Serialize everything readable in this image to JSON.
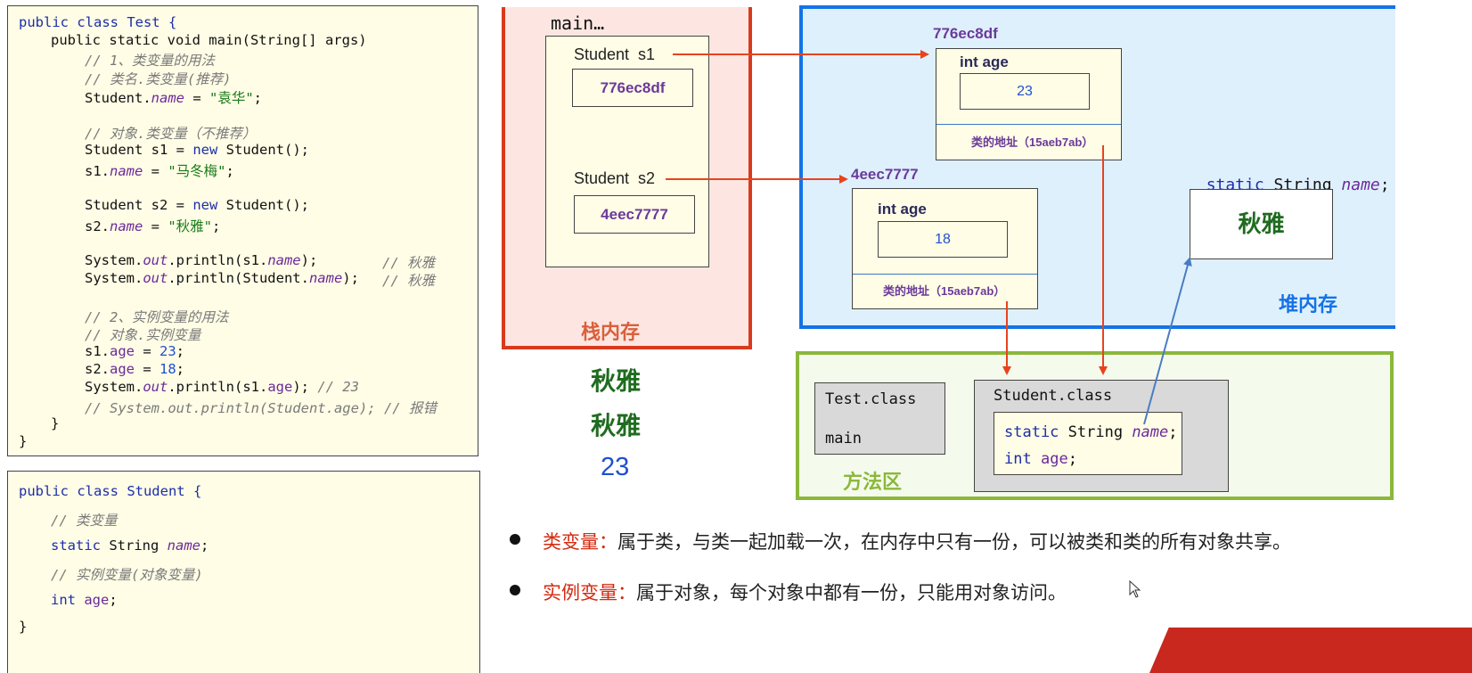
{
  "test_code": {
    "l1": "public class Test {",
    "l2": "public static void main(String[] args)",
    "c1": "// 1、类变量的用法",
    "c2": "// 类名.类变量(推荐)",
    "l3_a": "Student.",
    "l3_f": "name",
    "l3_b": " = ",
    "l3_s": "\"袁华\"",
    "l3_e": ";",
    "c3": "// 对象.类变量（不推荐）",
    "l4_a": "Student s1 = ",
    "l4_k": "new",
    "l4_b": " Student();",
    "l5_a": "s1.",
    "l5_f": "name",
    "l5_b": " = ",
    "l5_s": "\"马冬梅\"",
    "l5_e": ";",
    "l6_a": "Student s2 = ",
    "l6_k": "new",
    "l6_b": " Student();",
    "l7_a": "s2.",
    "l7_f": "name",
    "l7_b": " = ",
    "l7_s": "\"秋雅\"",
    "l7_e": ";",
    "l8_a": "System.",
    "l8_f": "out",
    "l8_b": ".println(s1.",
    "l8_f2": "name",
    "l8_c": ");",
    "l8_cm": "// 秋雅",
    "l9_a": "System.",
    "l9_f": "out",
    "l9_b": ".println(Student.",
    "l9_f2": "name",
    "l9_c": ");",
    "l9_cm": "// 秋雅",
    "c4": "// 2、实例变量的用法",
    "c5": "// 对象.实例变量",
    "l10_a": "s1.",
    "l10_f": "age",
    "l10_b": " = ",
    "l10_n": "23",
    "l10_e": ";",
    "l11_a": "s2.",
    "l11_f": "age",
    "l11_b": " = ",
    "l11_n": "18",
    "l11_e": ";",
    "l12_a": "System.",
    "l12_f": "out",
    "l12_b": ".println(s1.",
    "l12_f2": "age",
    "l12_c": "); ",
    "l12_cm": "// 23",
    "c6": "// System.out.println(Student.age); // 报错",
    "close1": "}",
    "close2": "}"
  },
  "student_code": {
    "l1": "public class Student {",
    "c1": "// 类变量",
    "l2_k": "static",
    "l2_b": " String ",
    "l2_f": "name",
    "l2_e": ";",
    "c2": "// 实例变量(对象变量)",
    "l3_k": "int",
    "l3_f": "age",
    "l3_e": ";",
    "close": "}"
  },
  "stack": {
    "title": "栈内存",
    "frame_label": "main…",
    "s1_label": "Student  s1",
    "s1_value": "776ec8df",
    "s2_label": "Student  s2",
    "s2_value": "4eec7777"
  },
  "outputs": [
    "秋雅",
    "秋雅",
    "23"
  ],
  "heap": {
    "title": "堆内存",
    "obj1": {
      "address": "776ec8df",
      "field": "int age",
      "value": "23",
      "class_ref": "类的地址（15aeb7ab）"
    },
    "obj2": {
      "address": "4eec7777",
      "field": "int age",
      "value": "18",
      "class_ref": "类的地址（15aeb7ab）"
    },
    "static_decl_a": "static",
    "static_decl_b": " String ",
    "static_decl_f": "name",
    "static_decl_e": ";",
    "static_value": "秋雅"
  },
  "method_area": {
    "title": "方法区",
    "test_class": "Test.class",
    "test_main": "main",
    "student_class": "Student.class",
    "sc_l1_k": "static",
    "sc_l1_b": " String ",
    "sc_l1_f": "name",
    "sc_l1_e": ";",
    "sc_l2_k": "int",
    "sc_l2_f": "age",
    "sc_l2_e": ";"
  },
  "bullets": [
    {
      "key": "类变量：",
      "text": "属于类，与类一起加载一次，在内存中只有一份，可以被类和类的所有对象共享。"
    },
    {
      "key": "实例变量：",
      "text": "属于对象，每个对象中都有一份，只能用对象访问。"
    }
  ],
  "colors": {
    "stack_border": "#d93a1e",
    "stack_bg": "#fde6e1",
    "heap_border": "#1473e6",
    "heap_bg": "#dff0fd",
    "method_border": "#8ab83a",
    "method_bg": "#f5fbec",
    "output_green": "#1f6b1f",
    "output_blue": "#1f4fd1"
  }
}
